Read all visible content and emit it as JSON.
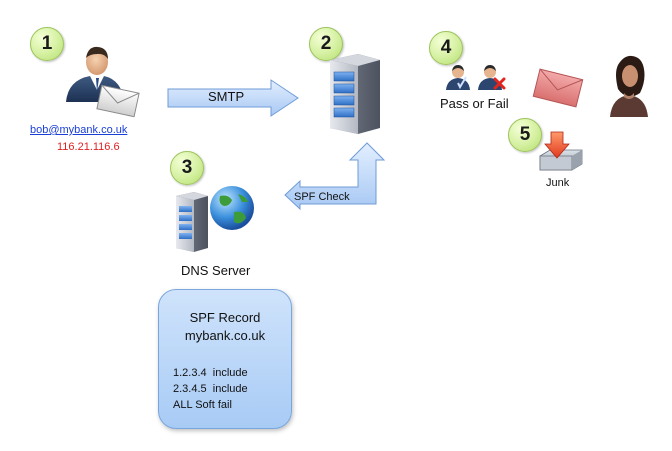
{
  "steps": [
    "1",
    "2",
    "3",
    "4",
    "5"
  ],
  "sender": {
    "email": "bob@mybank.co.uk",
    "ip": "116.21.116.6"
  },
  "arrows": {
    "smtp": "SMTP",
    "spf_check": "SPF Check"
  },
  "dns": {
    "label": "DNS Server"
  },
  "verdict": {
    "label": "Pass or Fail"
  },
  "junk": {
    "label": "Junk"
  },
  "spf_record": {
    "title": "SPF Record",
    "domain": "mybank.co.uk",
    "lines": [
      "1.2.3.4  include",
      "2.3.4.5  include",
      "ALL Soft fail"
    ]
  }
}
